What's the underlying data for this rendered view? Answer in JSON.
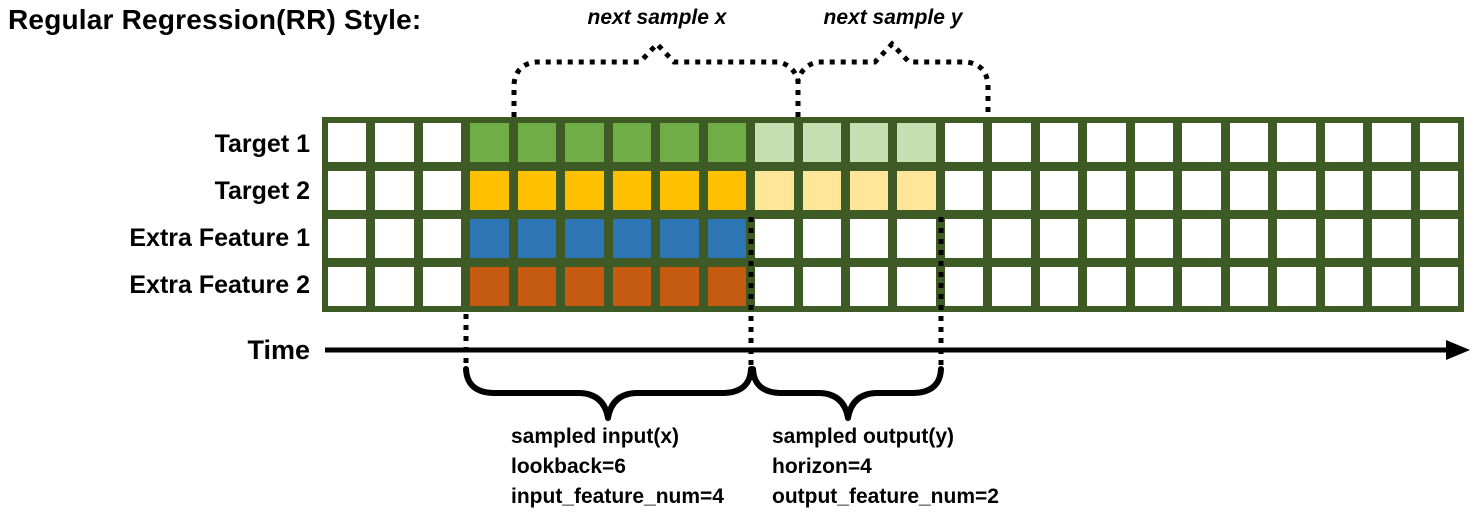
{
  "title": "Regular Regression(RR) Style:",
  "diagram": {
    "top_annotations": {
      "next_sample_x": "next sample x",
      "next_sample_y": "next sample y"
    },
    "time_axis_label": "Time",
    "bottom_left_annotation": {
      "line1": "sampled input(x)",
      "line2": "lookback=6",
      "line3": "input_feature_num=4"
    },
    "bottom_right_annotation": {
      "line1": "sampled output(y)",
      "line2": "horizon=4",
      "line3": "output_feature_num=2"
    }
  },
  "grid": {
    "columns": 24,
    "input_start_col": 3,
    "lookback": 6,
    "horizon": 4,
    "border_color": "#3E5B26",
    "empty_cell_color": "#FFFFFF",
    "rows": [
      {
        "label": "Target 1",
        "input_color": "#70AD47",
        "output_color": "#C6E0B4"
      },
      {
        "label": "Target 2",
        "input_color": "#FFC000",
        "output_color": "#FFE699"
      },
      {
        "label": "Extra Feature 1",
        "input_color": "#2E75B6",
        "output_color": null
      },
      {
        "label": "Extra Feature 2",
        "input_color": "#C55A11",
        "output_color": null
      }
    ]
  }
}
